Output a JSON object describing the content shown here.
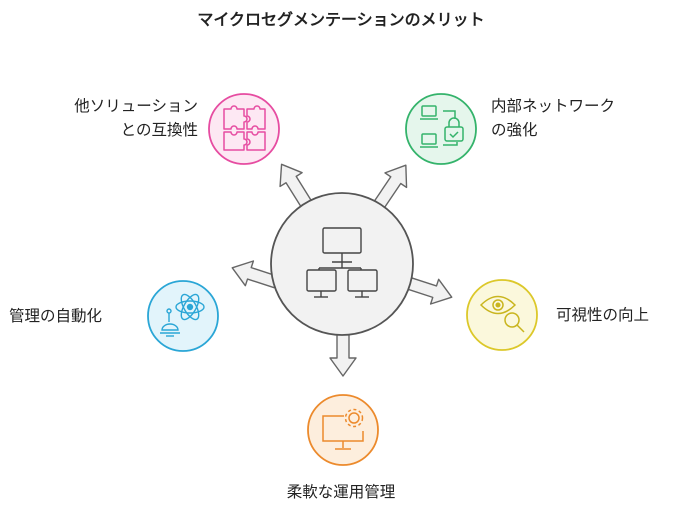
{
  "title": "マイクロセグメンテーションのメリット",
  "nodes": {
    "top_left": {
      "line1": "他ソリューション",
      "line2": "との互換性",
      "color": "#e64ca1",
      "fill": "#fde8f3",
      "icon": "puzzle-icon"
    },
    "top_right": {
      "line1": "内部ネットワーク",
      "line2": "の強化",
      "color": "#34b36b",
      "fill": "#e5f6ec",
      "icon": "network-lock-icon"
    },
    "left": {
      "label": "管理の自動化",
      "color": "#2aa6d6",
      "fill": "#e2f4fb",
      "icon": "robot-atom-icon"
    },
    "right": {
      "label": "可視性の向上",
      "color": "#dcc82a",
      "fill": "#fbf8dc",
      "icon": "eye-magnifier-icon"
    },
    "bottom": {
      "label": "柔軟な運用管理",
      "color": "#ec8a2c",
      "fill": "#fdeedd",
      "icon": "monitor-gear-icon"
    }
  },
  "center": {
    "icon": "network-computers-icon",
    "stroke": "#444444",
    "fill": "#f2f2f2"
  }
}
